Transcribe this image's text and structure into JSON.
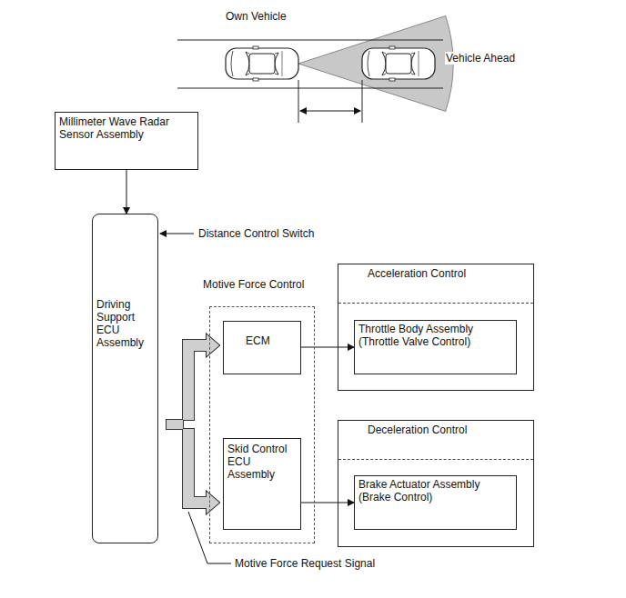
{
  "diagram": {
    "nodes": [
      {
        "text": [
          "Millimeter Wave Radar Sensor Assembly"
        ]
      },
      {
        "text": [
          "Driving Support ECU Assembly"
        ]
      },
      {
        "text": [
          "Motive Force Control"
        ]
      },
      {
        "text": [
          "ECM"
        ],
        "in": 2
      },
      {
        "text": [
          "Skid Control ECU Assembly"
        ],
        "in": 2
      },
      {
        "text": [
          "Acceleration Control"
        ]
      },
      {
        "text": [
          "Throttle Body Assembly (Throttle Valve Control)"
        ],
        "in": 5
      },
      {
        "text": [
          "Deceleration Control"
        ]
      },
      {
        "text": [
          "Brake Actuator Assembly (Brake Control)"
        ],
        "in": 7
      }
    ],
    "edges": [
      {
        "from": 0,
        "to": 1,
        "arrow": "to"
      },
      {
        "from": 1,
        "to": 3,
        "arrow": "to"
      },
      {
        "from": 1,
        "to": 4,
        "arrow": "to"
      },
      {
        "from": 3,
        "to": 6,
        "arrow": "to"
      },
      {
        "from": 4,
        "to": 8,
        "arrow": "to"
      }
    ],
    "labels": [
      "Own Vehicle",
      "Vehicle Ahead",
      "Distance Control Switch",
      "Motive Force Request Signal"
    ]
  }
}
